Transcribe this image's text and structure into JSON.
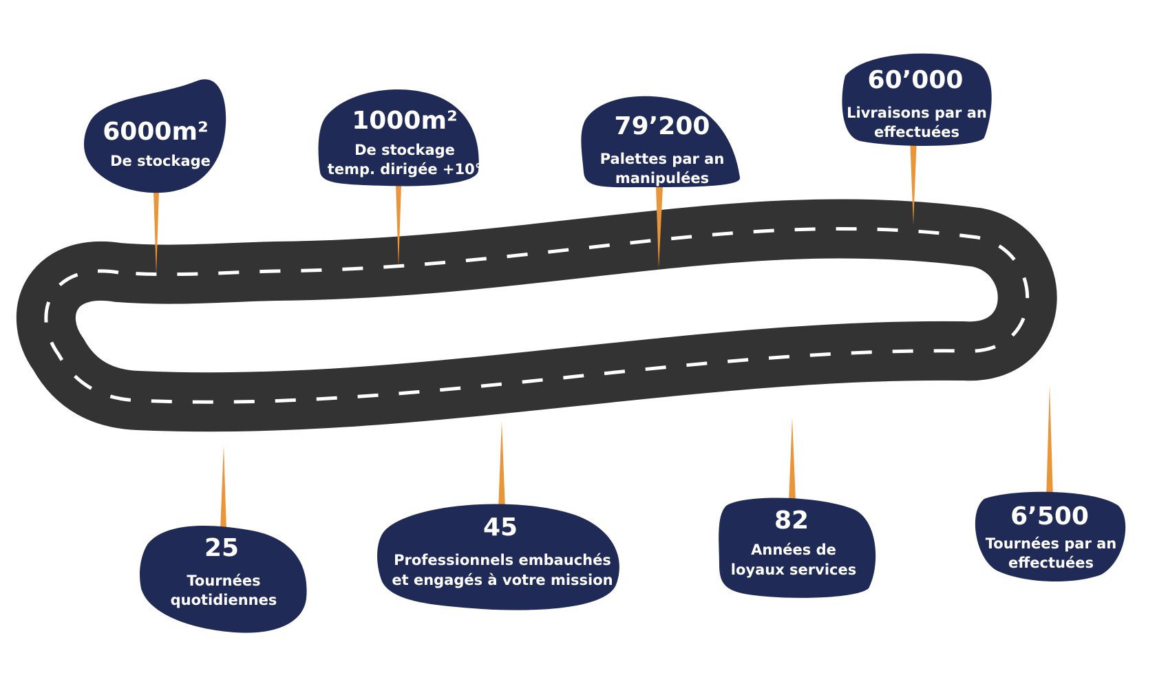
{
  "colors": {
    "road": "#333333",
    "road_marking": "#ffffff",
    "blob": "#1f2a56",
    "pin": "#e9953a",
    "text": "#ffffff"
  },
  "milestones": [
    {
      "id": "m1",
      "value": "6000m²",
      "lines": [
        "De stockage"
      ]
    },
    {
      "id": "m2",
      "value": "1000m²",
      "lines": [
        "De stockage",
        "temp. dirigée +10°"
      ]
    },
    {
      "id": "m3",
      "value": "79’200",
      "lines": [
        "Palettes par an",
        "manipulées"
      ]
    },
    {
      "id": "m4",
      "value": "60’000",
      "lines": [
        "Livraisons par an",
        "effectuées"
      ]
    },
    {
      "id": "m5",
      "value": "25",
      "lines": [
        "Tournées",
        "quotidiennes"
      ]
    },
    {
      "id": "m6",
      "value": "45",
      "lines": [
        "Professionnels embauchés",
        "et engagés à votre mission"
      ]
    },
    {
      "id": "m7",
      "value": "82",
      "lines": [
        "Années de",
        "loyaux services"
      ]
    },
    {
      "id": "m8",
      "value": "6’500",
      "lines": [
        "Tournées par an",
        "effectuées"
      ]
    }
  ]
}
